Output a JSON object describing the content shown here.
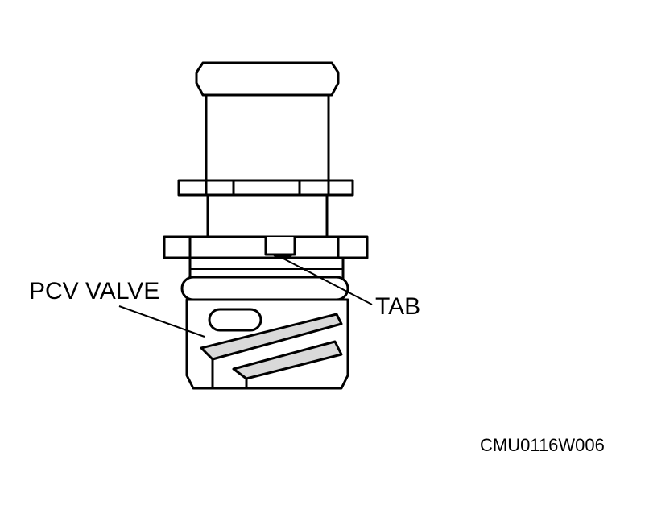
{
  "labels": {
    "pcv_valve": "PCV VALVE",
    "tab": "TAB",
    "figure_code": "CMU0116W006"
  },
  "colors": {
    "ink": "#000000",
    "paper": "#ffffff",
    "shade": "#d9d9d9"
  }
}
